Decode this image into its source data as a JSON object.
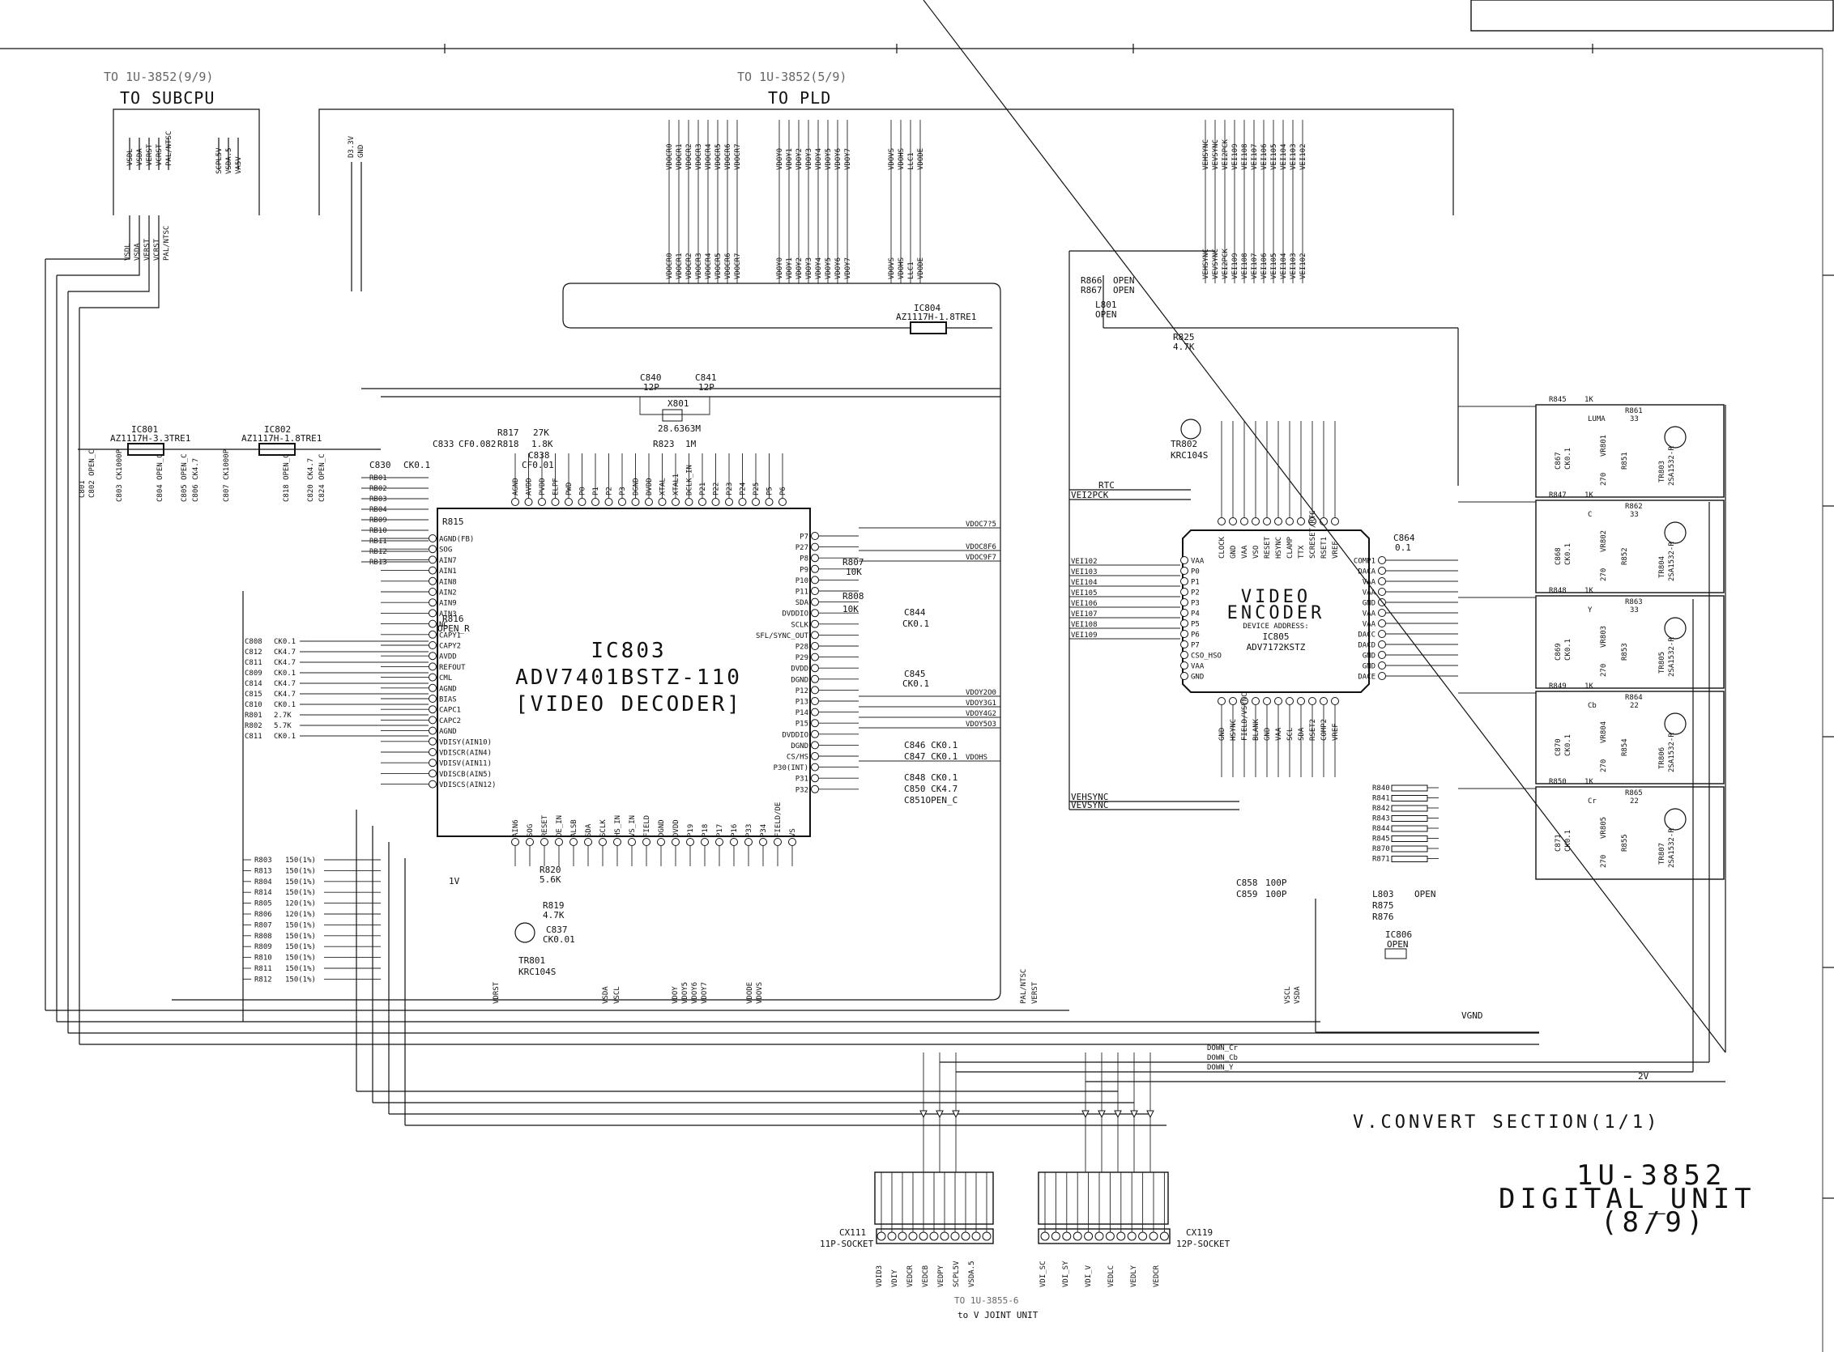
{
  "sheet": {
    "section_title": "V.CONVERT SECTION(1/1)",
    "unit_number": "1U-3852",
    "unit_name": "DIGITAL_UNIT",
    "page": "(8/9)"
  },
  "connectors_top": {
    "subcpu": {
      "ref": "TO 1U-3852(9/9)",
      "title": "TO SUBCPU",
      "signals_left": [
        "VSDL",
        "VSDA",
        "VERST",
        "VCRST",
        "PAL/NTSC"
      ],
      "signals_right": [
        "SCPL5V",
        "VSDA.5",
        "VA5V"
      ]
    },
    "pld": {
      "ref": "TO 1U-3852(5/9)",
      "title": "TO PLD",
      "power": [
        "D3.3V",
        "GND"
      ],
      "group1": [
        "VDOCR0",
        "VDOCR1",
        "VDOCR2",
        "VDOCR3",
        "VDOCR4",
        "VDOCR5",
        "VDOCR6",
        "VDOCR7"
      ],
      "group2": [
        "VDOY0",
        "VDOY1",
        "VDOY2",
        "VDOY3",
        "VDOY4",
        "VDOY5",
        "VDOY6",
        "VDOY7"
      ],
      "group3": [
        "VDOVS",
        "VDOHS",
        "LLC1",
        "VDODE"
      ],
      "group4": [
        "VEHSYNC",
        "VEVSYNC",
        "VEI2PCK",
        "VEI109",
        "VEI108",
        "VEI107",
        "VEI106",
        "VEI105",
        "VEI104",
        "VEI103",
        "VEI102"
      ]
    }
  },
  "regulators": [
    {
      "ref": "IC801",
      "part": "AZ1117H-3.3TRE1"
    },
    {
      "ref": "IC802",
      "part": "AZ1117H-1.8TRE1"
    },
    {
      "ref": "IC804",
      "part": "AZ1117H-1.8TRE1"
    },
    {
      "ref": "IC806",
      "part": "OPEN"
    }
  ],
  "decoder": {
    "ref": "IC803",
    "part": "ADV7401BSTZ-110",
    "function": "[VIDEO DECODER]",
    "left_pins": [
      "AGND(FB)",
      "SOG",
      "AIN7",
      "AIN1",
      "AIN8",
      "AIN2",
      "AIN9",
      "AIN3",
      "NC",
      "CAPY1",
      "CAPY2",
      "AVDD",
      "REFOUT",
      "CML",
      "AGND",
      "BIAS",
      "CAPC1",
      "CAPC2",
      "AGND",
      "VDISY(AIN10)",
      "VDISCR(AIN4)",
      "VDISV(AIN11)",
      "VDISCB(AIN5)",
      "VDISCS(AIN12)"
    ],
    "right_pins": [
      "P7",
      "P27",
      "P8",
      "P9",
      "P10",
      "P11",
      "SDA",
      "DVDDIO",
      "SCLK",
      "SFL/SYNC_OUT",
      "P28",
      "P29",
      "DVDD",
      "DGND",
      "P12",
      "P13",
      "P14",
      "P15",
      "DVDDIO",
      "DGND",
      "CS/HS",
      "P30(INT)",
      "P31",
      "P32"
    ],
    "top_pins": [
      "AGND",
      "AVDD",
      "PVDD",
      "ELPF",
      "PWD",
      "P0",
      "P1",
      "P2",
      "P3",
      "DGND",
      "DVDD",
      "XTAL",
      "XTAL1",
      "DCLK_IN",
      "P21",
      "P22",
      "P23",
      "P24",
      "P25",
      "P5",
      "P6"
    ],
    "bottom_pins": [
      "AIN6",
      "SOG",
      "RESET",
      "OE_IN",
      "ALSB",
      "SDA",
      "SCLK",
      "HS_IN",
      "VS_IN",
      "FIELD",
      "DGND",
      "DVDD",
      "P19",
      "P18",
      "P17",
      "P16",
      "P33",
      "P34",
      "FIELD/DE",
      "VS"
    ]
  },
  "encoder": {
    "ref": "IC805",
    "part": "ADV7172KSTZ",
    "title_lines": [
      "VIDEO",
      "ENCODER"
    ],
    "note": "DEVICE ADDRESS:",
    "left_pins": [
      "VAA",
      "P0",
      "P1",
      "P2",
      "P3",
      "P4",
      "P5",
      "P6",
      "P7",
      "CSO_HSO",
      "VAA",
      "GND"
    ],
    "right_pins": [
      "COMP1",
      "DACA",
      "VAA",
      "VAA",
      "GND",
      "VAA",
      "VAA",
      "DACC",
      "DACD",
      "GND",
      "GND",
      "DACE"
    ],
    "top_pins": [
      "CLOCK",
      "GND",
      "VAA",
      "VSO",
      "RESET",
      "HSYNC",
      "CLAMP",
      "TTX",
      "SCRESET/RTC",
      "RSET1",
      "VREF"
    ],
    "bottom_pins": [
      "GND",
      "HSYNC",
      "FIELD/VSYNC",
      "BLANK",
      "GND",
      "VAA",
      "SCL",
      "SDA",
      "RSET2",
      "COMP2",
      "VREF"
    ]
  },
  "decoder_outputs": [
    {
      "net": "VDOCR7",
      "label": "VDOC7?5"
    },
    {
      "net": "VDOCR6",
      "label": "VDOC8F6"
    },
    {
      "net": "VDOCR5",
      "label": "VDOC9F7"
    },
    {
      "net": "VDOY2",
      "label": "VDOY2O0"
    },
    {
      "net": "VDOY3",
      "label": "VDOY3G1"
    },
    {
      "net": "VDOY4",
      "label": "VDOY4G2"
    },
    {
      "net": "VDOY5",
      "label": "VDOY5O3"
    },
    {
      "net": "VDOHS",
      "label": "VDOHS"
    }
  ],
  "encoder_inputs": [
    "VEI102",
    "VEI103",
    "VEI104",
    "VEI105",
    "VEI106",
    "VEI107",
    "VEI108",
    "VEI109"
  ],
  "encoder_sync": [
    "VEHSYNC",
    "VEVSYNC",
    "VEI2PCK",
    "RTC"
  ],
  "crystal": {
    "ref": "X801",
    "freq": "28.6363M",
    "c1": "C840",
    "c1v": "12P",
    "c2": "C841",
    "c2v": "12P",
    "r": "R823",
    "rv": "1M"
  },
  "transistors": [
    {
      "ref": "TR801",
      "part": "KRC104S"
    },
    {
      "ref": "TR802",
      "part": "KRC104S"
    },
    {
      "ref": "TR803",
      "part": "2SA1532-R"
    },
    {
      "ref": "TR804",
      "part": "2SA1532-R"
    },
    {
      "ref": "TR805",
      "part": "2SA1532-R"
    },
    {
      "ref": "TR806",
      "part": "2SA1532-R"
    },
    {
      "ref": "TR807",
      "part": "2SA1532-R"
    }
  ],
  "output_stages": [
    {
      "tag": "LUMA",
      "r_in": "R845",
      "r_in_v": "1K",
      "r_b": "R861",
      "r_b_v": "33",
      "vr": "VR801",
      "cap": "C867",
      "cap_v": "CK0.1",
      "r_e": "R851",
      "r_e_v": "270"
    },
    {
      "tag": "C",
      "r_in": "R847",
      "r_in_v": "1K",
      "r_b": "R862",
      "r_b_v": "33",
      "vr": "VR802",
      "cap": "C868",
      "cap_v": "CK0.1",
      "r_e": "R852",
      "r_e_v": "270"
    },
    {
      "tag": "Y",
      "r_in": "R848",
      "r_in_v": "1K",
      "r_b": "R863",
      "r_b_v": "33",
      "vr": "VR803",
      "cap": "C869",
      "cap_v": "CK0.1",
      "r_e": "R853",
      "r_e_v": "270"
    },
    {
      "tag": "Cb",
      "r_in": "R849",
      "r_in_v": "1K",
      "r_b": "R864",
      "r_b_v": "22",
      "vr": "VR804",
      "cap": "C870",
      "cap_v": "CK0.1",
      "r_e": "R854",
      "r_e_v": "270"
    },
    {
      "tag": "Cr",
      "r_in": "R850",
      "r_in_v": "1K",
      "r_b": "R865",
      "r_b_v": "22",
      "vr": "VR805",
      "cap": "C871",
      "cap_v": "CK0.1",
      "r_e": "R855",
      "r_e_v": "270"
    }
  ],
  "left_input_network": [
    {
      "ref": "R803",
      "val": "150(1%)"
    },
    {
      "ref": "R813",
      "val": "150(1%)"
    },
    {
      "ref": "R804",
      "val": "150(1%)"
    },
    {
      "ref": "R814",
      "val": "150(1%)"
    },
    {
      "ref": "R805",
      "val": "120(1%)"
    },
    {
      "ref": "R806",
      "val": "120(1%)"
    },
    {
      "ref": "R807",
      "val": "150(1%)"
    },
    {
      "ref": "R808",
      "val": "150(1%)"
    },
    {
      "ref": "R809",
      "val": "150(1%)"
    },
    {
      "ref": "R810",
      "val": "150(1%)"
    },
    {
      "ref": "R811",
      "val": "150(1%)"
    },
    {
      "ref": "R812",
      "val": "150(1%)"
    }
  ],
  "caps_left": [
    {
      "ref": "C808",
      "val": "CK0.1"
    },
    {
      "ref": "C812",
      "val": "CK4.7"
    },
    {
      "ref": "C811",
      "val": "CK4.7"
    },
    {
      "ref": "C809",
      "val": "CK0.1"
    },
    {
      "ref": "C814",
      "val": "CK4.7"
    },
    {
      "ref": "C815",
      "val": "CK4.7"
    },
    {
      "ref": "C810",
      "val": "CK0.1"
    },
    {
      "ref": "R801",
      "val": "2.7K"
    },
    {
      "ref": "R802",
      "val": "5.7K"
    },
    {
      "ref": "C811",
      "val": "CK0.1"
    }
  ],
  "res_r8": [
    "RB01",
    "RB02",
    "RB03",
    "RB04",
    "RB09",
    "RB10",
    "RB11",
    "RB12",
    "RB13"
  ],
  "output_resistors": [
    "R840",
    "R841",
    "R842",
    "R843",
    "R844",
    "R845",
    "R870",
    "R871"
  ],
  "misc_labels": {
    "r815": "R815",
    "r816": "R816",
    "r816v": "OPEN_R",
    "c830": "C830",
    "c830v": "CK0.1",
    "c833": "C833",
    "c833v": "CF0.082",
    "r817": "R817",
    "r817v": "27K",
    "r818": "R818",
    "r818v": "1.8K",
    "c838": "C838",
    "c838v": "CF0.01",
    "c844": "C844",
    "c844v": "CK0.1",
    "c845": "C845",
    "c845v": "CK0.1",
    "c846": "C846 CK0.1",
    "c847": "C847 CK0.1",
    "c848": "C848 CK0.1",
    "c850": "C850 CK4.7",
    "c851": "C851OPEN_C",
    "r807": "R807",
    "r807v": "10K",
    "r808": "R808",
    "r808v": "10K",
    "r866": "R866",
    "r866v": "OPEN",
    "r867": "R867",
    "r867v": "OPEN",
    "l801": "L801",
    "l801v": "OPEN",
    "r825": "R825",
    "r825v": "4.7K",
    "c864": "C864",
    "c864v": "0.1",
    "c858": "C858",
    "c858v": "100P",
    "c859": "C859",
    "c859v": "100P",
    "l803": "L803",
    "l803v": "OPEN",
    "r875": "R875",
    "r876": "R876",
    "one_v": "1V",
    "two_v": "2V",
    "vgnd": "VGND",
    "down_cr": "DOWN_Cr",
    "down_cb": "DOWN_Cb",
    "down_y": "DOWN_Y",
    "r820": "R820",
    "r820v": "5.6K",
    "r819": "R819",
    "r819v": "4.7K",
    "c837": "C837",
    "c837v": "CK0.01"
  },
  "bottom_connectors": {
    "cx111": {
      "ref": "CX111",
      "type": "11P-SOCKET",
      "pins": [
        "VDID3",
        "VDIY",
        "VEDCR",
        "VEDCB",
        "VEDPY",
        "SCPL5V",
        "VSDA.5"
      ]
    },
    "cx119": {
      "ref": "CX119",
      "type": "12P-SOCKET",
      "pins": [
        "VDI_SC",
        "VDI_SY",
        "VDI_V",
        "VEDLC",
        "VEDLY",
        "VEDCR"
      ]
    },
    "ref_line": "TO 1U-3855-6",
    "dest": "to V JOINT UNIT"
  },
  "bottom_net_labels": [
    "VDRST",
    "VSDA",
    "VSCL",
    "VDOY",
    "VDOY5",
    "VDOY6",
    "VDOY7",
    "VDODE",
    "VDOVS",
    "PAL/NTSC",
    "VERST",
    "VSCL",
    "VSDA"
  ]
}
